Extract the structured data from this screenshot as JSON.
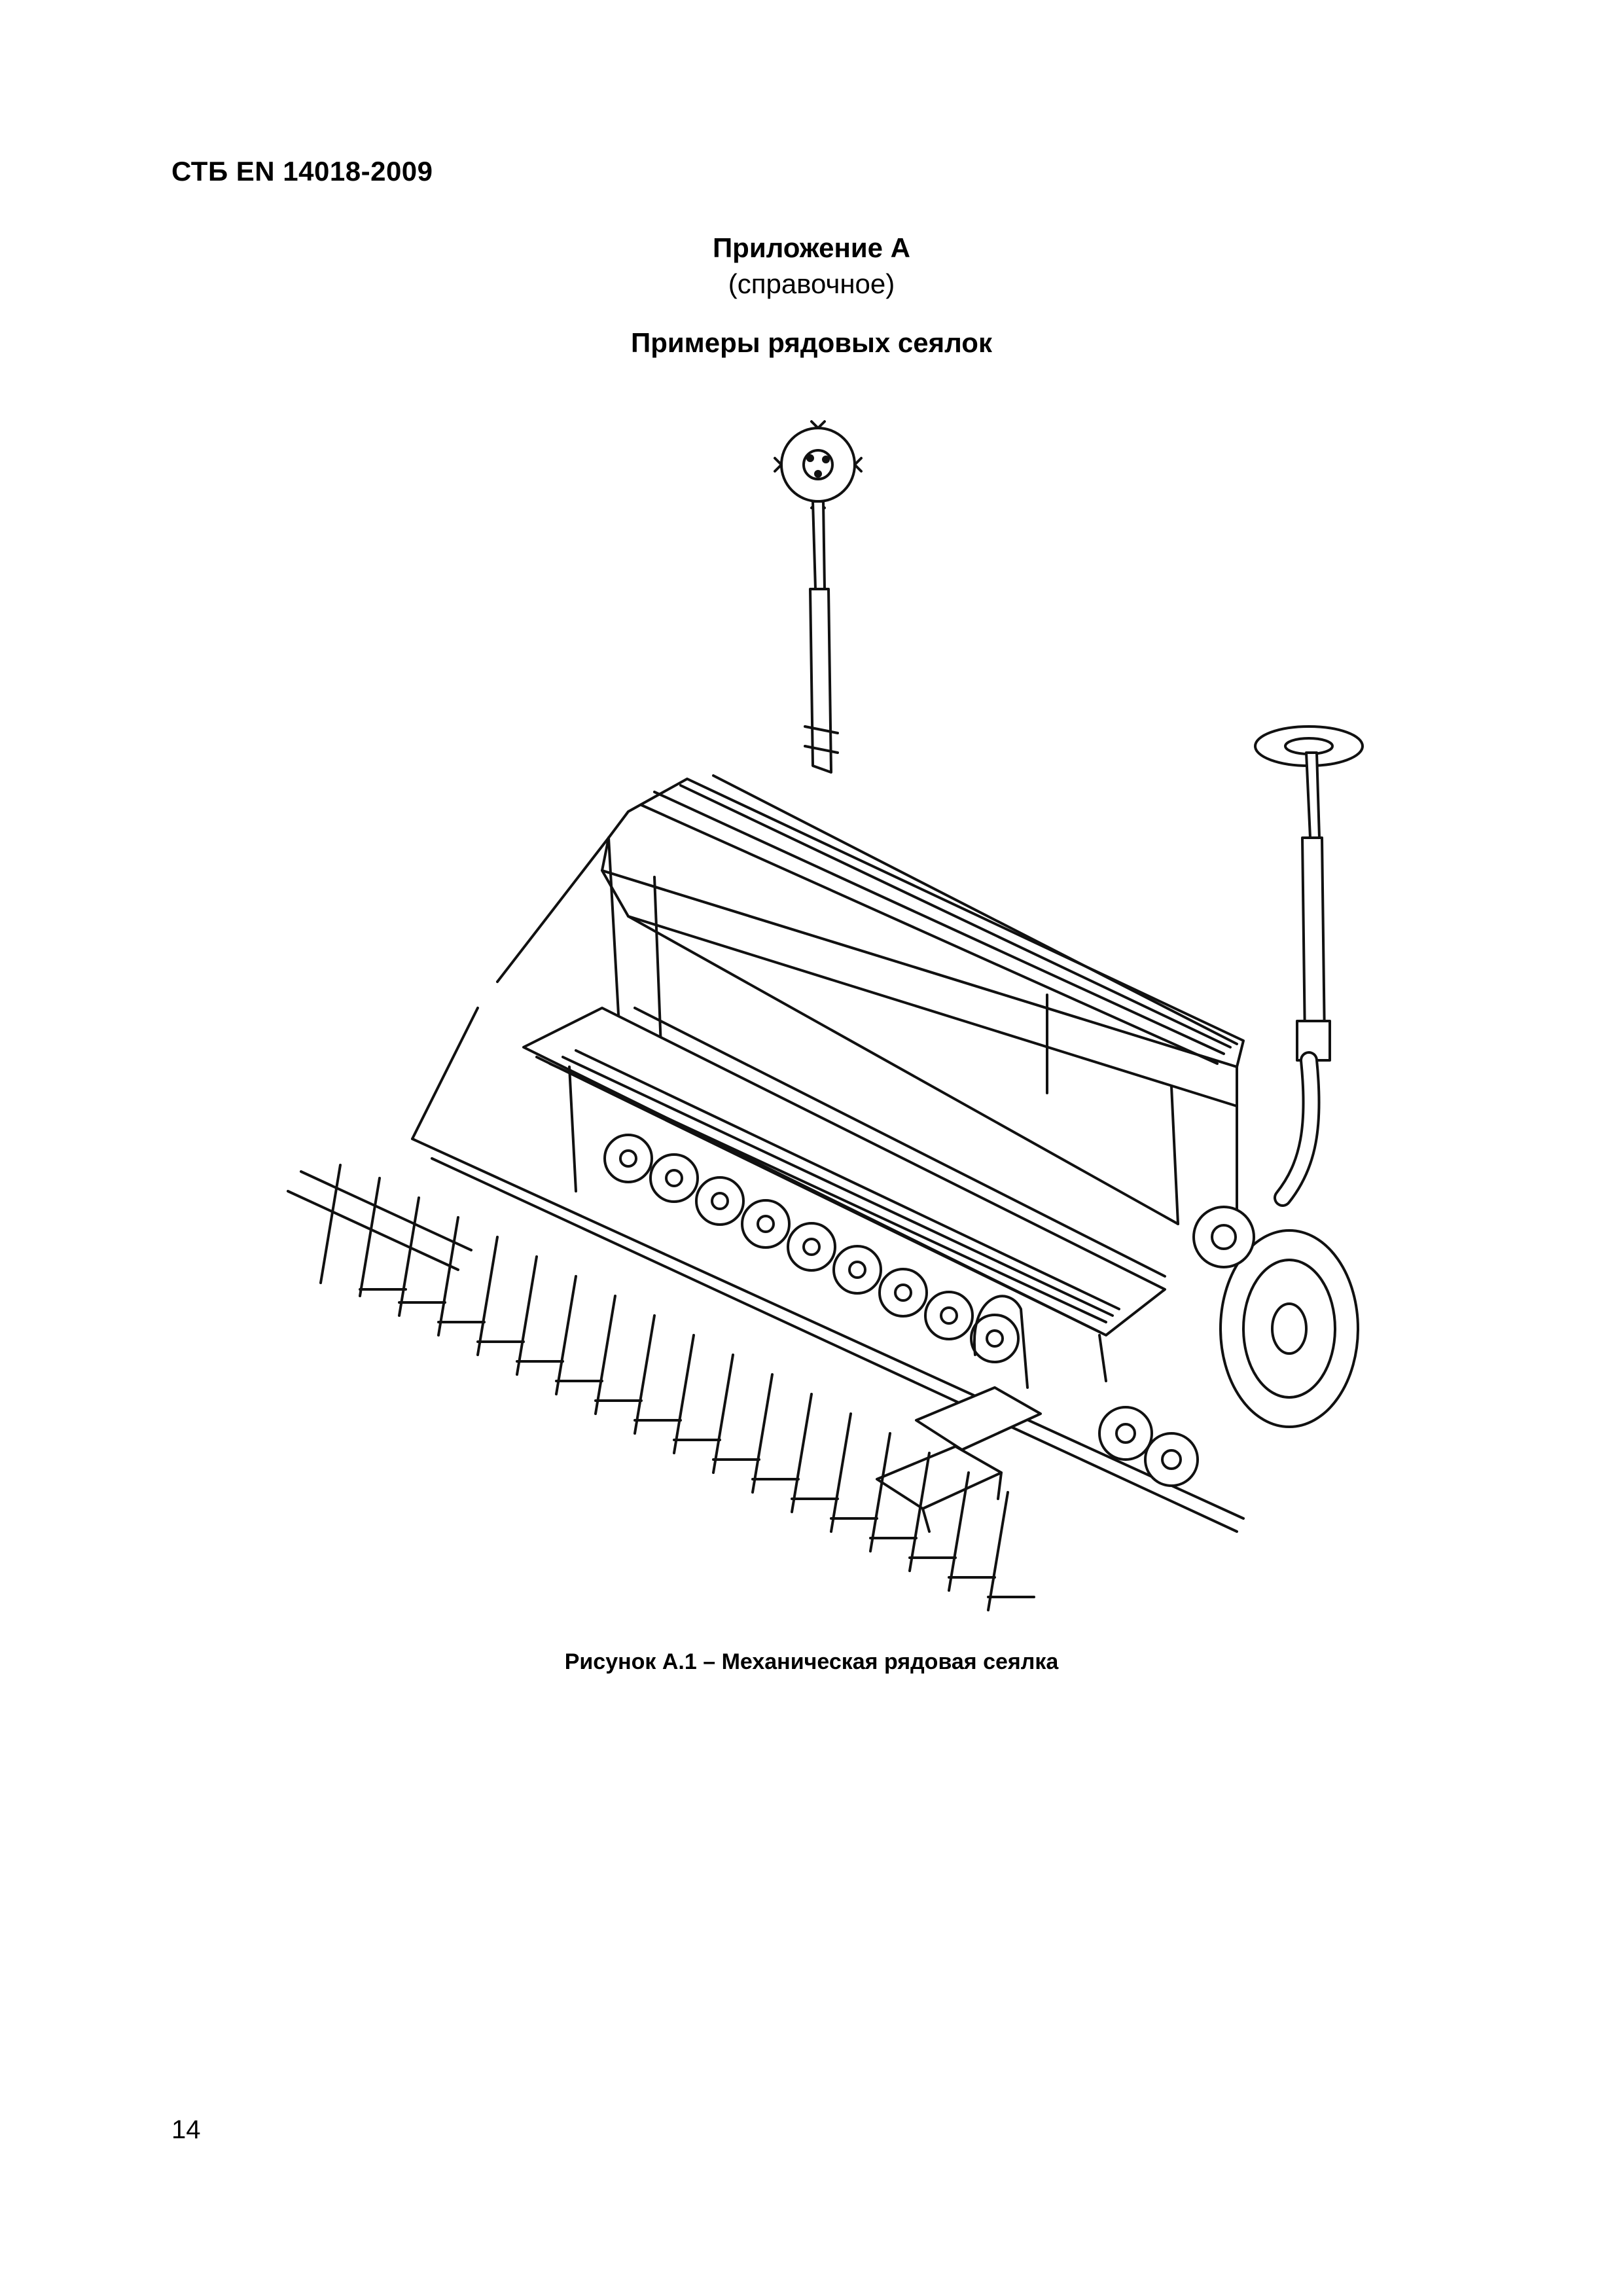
{
  "header": {
    "doc_code": "СТБ EN 14018-2009"
  },
  "annex": {
    "title": "Приложение А",
    "note": "(справочное)",
    "section_title": "Примеры рядовых сеялок"
  },
  "figure": {
    "caption": "Рисунок А.1 – Механическая рядовая сеялка",
    "icon": "seed-drill-illustration"
  },
  "footer": {
    "page_number": "14"
  }
}
